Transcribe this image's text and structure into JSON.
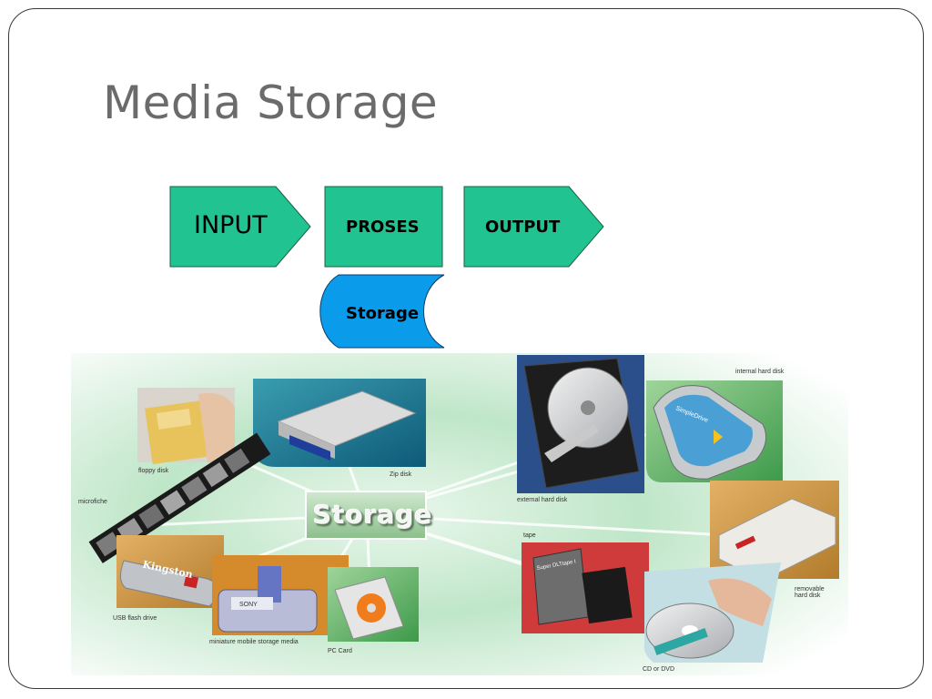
{
  "slide": {
    "title": "Media Storage"
  },
  "flow": {
    "input_label": "INPUT",
    "process_label": "PROSES",
    "output_label": "OUTPUT",
    "storage_label": "Storage",
    "box_color": "#21c490",
    "storage_color": "#0a9cea"
  },
  "illustration": {
    "hub_label": "Storage",
    "captions": {
      "floppy": "floppy disk",
      "zip": "Zip disk",
      "microfiche": "microfiche",
      "usb": "USB flash drive",
      "mobile": "miniature mobile storage media",
      "pccard": "PC Card",
      "internal": "internal hard disk",
      "external": "external hard disk",
      "tape": "tape",
      "removable": "removable hard disk",
      "cd": "CD or DVD"
    },
    "product_texts": {
      "usb_brand": "Kingston",
      "mobile_brand": "SONY",
      "drive_brand": "SimpleDrive",
      "tape_brand": "Super DLTtape I"
    }
  }
}
